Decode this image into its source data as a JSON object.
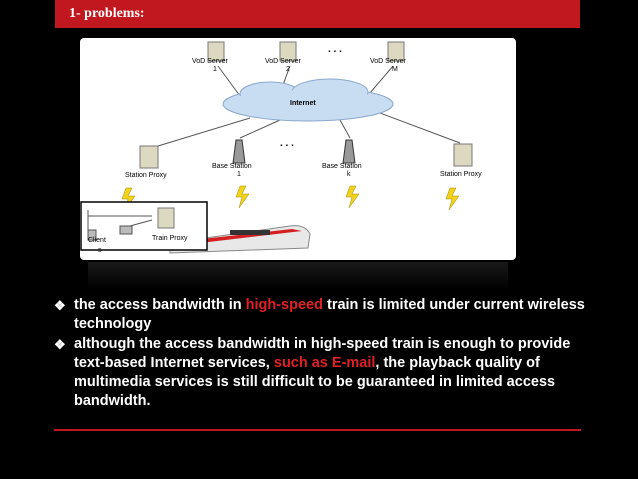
{
  "slide": {
    "title": "1- problems:",
    "accent_color": "#c0181e",
    "highlight_color": "#e02026"
  },
  "diagram": {
    "servers": [
      {
        "name": "VoD Server",
        "index": "1"
      },
      {
        "name": "VoD Server",
        "index": "2"
      },
      {
        "name": "VoD Server",
        "index": "M"
      }
    ],
    "servers_ellipsis": ". . .",
    "cloud_label": "Internet",
    "base_stations": [
      {
        "name": "Base Station",
        "index": "1"
      },
      {
        "name": "Base Station",
        "index": "k"
      }
    ],
    "base_ellipsis": ". . .",
    "station_proxy_left": "Station Proxy",
    "station_proxy_right": "Station Proxy",
    "client_label": "Client",
    "client_index": "s",
    "train_proxy_label": "Train Proxy"
  },
  "bullets": [
    {
      "pre": "the access bandwidth in ",
      "highlight": "high-speed",
      "post": " train is limited under current wireless technology"
    },
    {
      "pre": "although the access bandwidth in high-speed train is enough to provide text-based Internet services, ",
      "highlight": "such as E-mail",
      "post": ", the playback quality of multimedia services is still difficult to be guaranteed in limited access bandwidth."
    }
  ]
}
